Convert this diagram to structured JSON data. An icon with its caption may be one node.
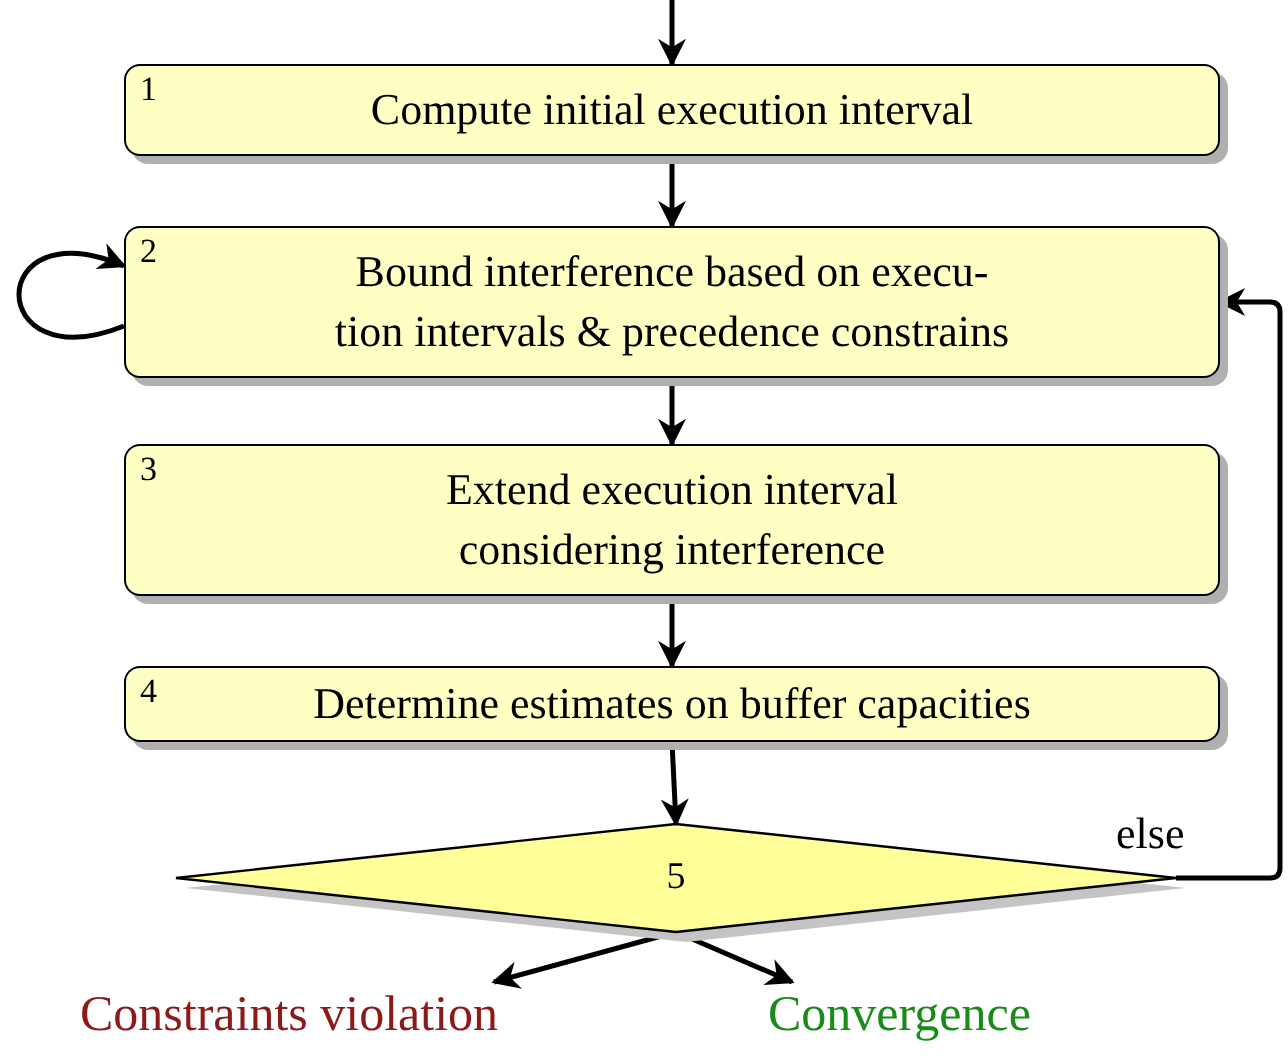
{
  "diagram": {
    "nodes": [
      {
        "text": [
          "1",
          "Compute initial execution interval"
        ]
      },
      {
        "text": [
          "2",
          "Bound interference based on execu- tion intervals & precedence constrains"
        ]
      },
      {
        "text": [
          "3",
          "Extend execution interval considering interference"
        ]
      },
      {
        "text": [
          "4",
          "Determine estimates on buffer capacities"
        ]
      },
      {
        "text": [
          "5"
        ]
      },
      {
        "text": [
          "Constraints violation"
        ]
      },
      {
        "text": [
          "Convergence"
        ]
      }
    ],
    "edges": [
      {
        "from": null,
        "to": 0,
        "arrow": "to"
      },
      {
        "from": 0,
        "to": 1,
        "arrow": "to"
      },
      {
        "from": 1,
        "to": 1,
        "arrow": "to"
      },
      {
        "from": 1,
        "to": 2,
        "arrow": "to"
      },
      {
        "from": 2,
        "to": 3,
        "arrow": "to"
      },
      {
        "from": 3,
        "to": 4,
        "arrow": "to"
      },
      {
        "from": 4,
        "to": 1,
        "arrow": "to",
        "label": "else"
      },
      {
        "from": 4,
        "to": 5,
        "arrow": "to"
      },
      {
        "from": 4,
        "to": 6,
        "arrow": "to"
      }
    ]
  }
}
